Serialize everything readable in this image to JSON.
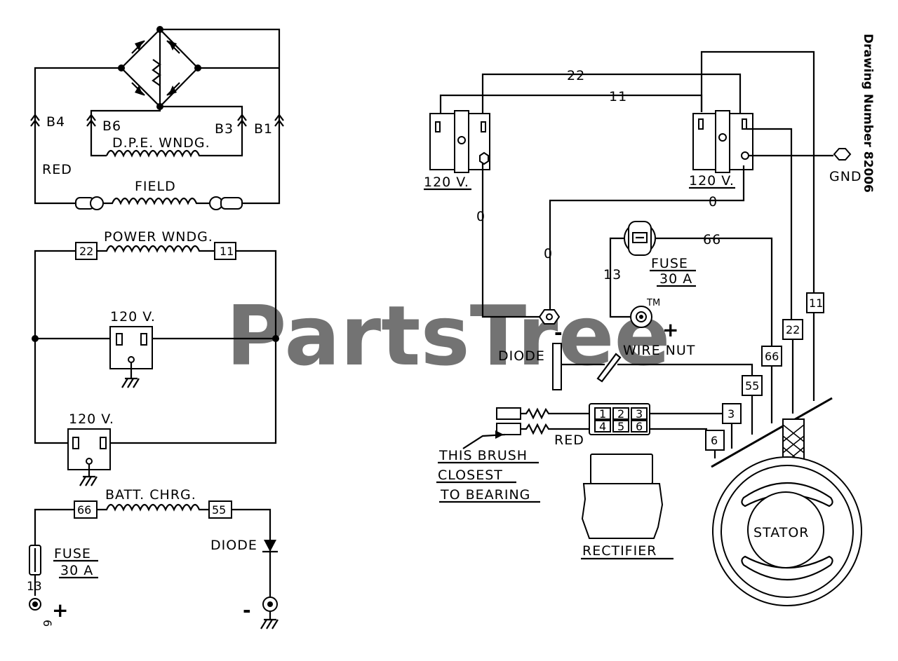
{
  "watermark": {
    "brand": "PartsTree",
    "trademark": "TM"
  },
  "drawing_number": "Drawing Number 82006",
  "schematic": {
    "b4": "B4",
    "b6": "B6",
    "b3": "B3",
    "b1": "B1",
    "dpe": "D.P.E. WNDG.",
    "red": "RED",
    "field": "FIELD",
    "power": "POWER WNDG.",
    "t22": "22",
    "t11": "11",
    "v120a": "120 V.",
    "v120b": "120 V.",
    "batt": "BATT. CHRG.",
    "t66": "66",
    "t55": "55",
    "fuse": "FUSE",
    "fuse_rating": "30 A",
    "diode": "DIODE",
    "w13": "13",
    "w6": "6",
    "plus": "+",
    "minus": "-"
  },
  "wiring": {
    "w22": "22",
    "w11": "11",
    "v120_left": "120 V.",
    "v120_right": "120 V.",
    "gnd": "GND",
    "o_left": "0",
    "o_mid": "0",
    "o_right": "0",
    "w66": "66",
    "w13": "13",
    "fuse": "FUSE",
    "fuse_rating": "30 A",
    "minus": "-",
    "plus": "+",
    "diode": "DIODE",
    "wire_nut": "WIRE NUT",
    "red": "RED",
    "brush_line1": "THIS BRUSH",
    "brush_line2": "CLOSEST",
    "brush_line3": "TO BEARING",
    "rectifier": "RECTIFIER",
    "stator": "STATOR",
    "tag_11": "11",
    "tag_22": "22",
    "tag_66": "66",
    "tag_55": "55",
    "tag_3": "3",
    "tag_6": "6",
    "pins": [
      "1",
      "2",
      "3",
      "4",
      "5",
      "6"
    ]
  }
}
